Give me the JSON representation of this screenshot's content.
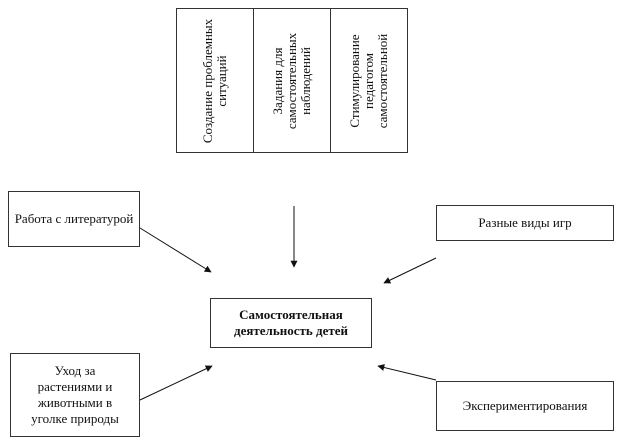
{
  "table_columns": [
    "Создание проблемных ситуаций",
    "Задания для самостоятельных наблюдений",
    "Стимулирование педагогом самостоятельной"
  ],
  "center": "Самостоятельная деятельность детей",
  "boxes": {
    "literature": "Работа с литературой",
    "games": "Разные виды игр",
    "care": "Уход за растениями и животными в уголке природы",
    "experiments": "Экспериментирования"
  }
}
